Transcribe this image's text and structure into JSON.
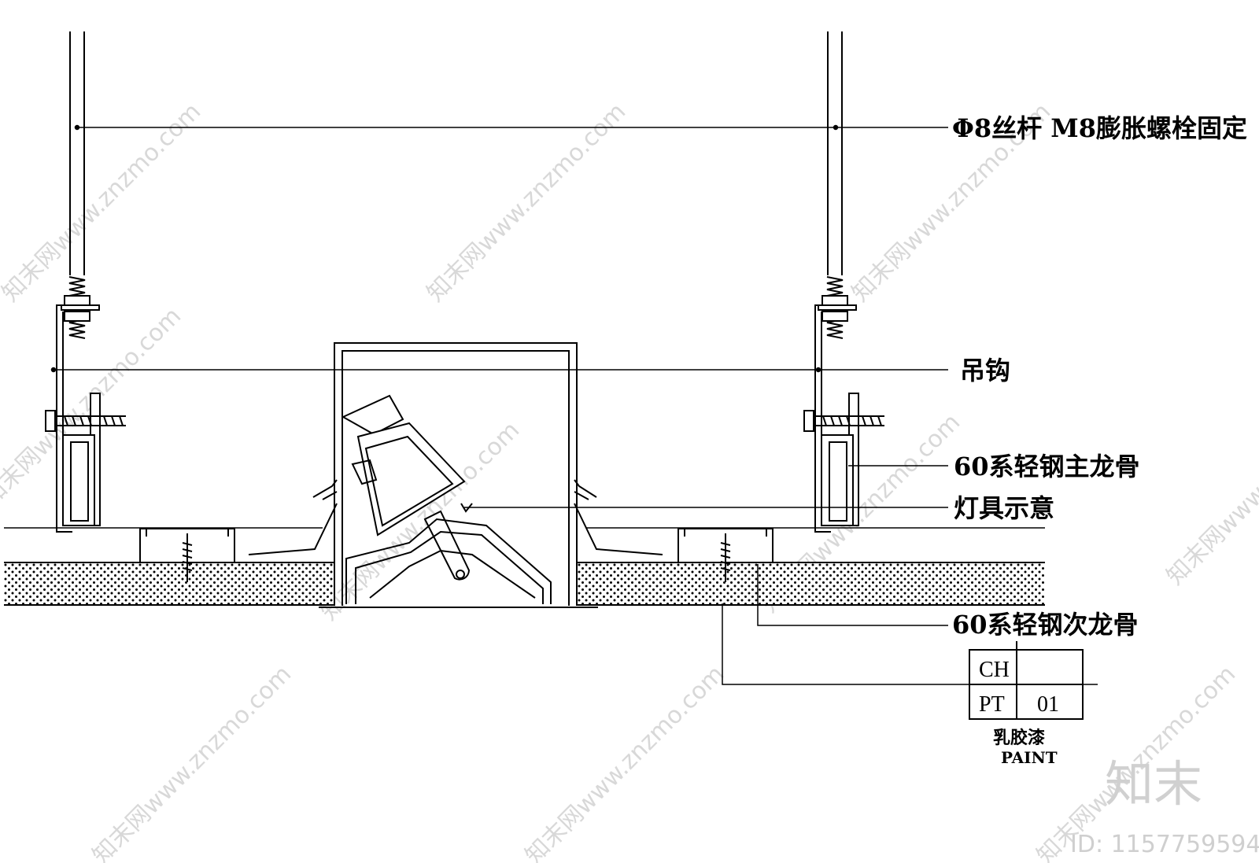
{
  "labels": {
    "rod": "Φ8丝杆 M8膨胀螺栓固定",
    "hanger": "吊钩",
    "main_keel": "60系轻钢主龙骨",
    "fixture": "灯具示意",
    "sub_keel": "60系轻钢次龙骨"
  },
  "finish_table": {
    "row1_code": "CH",
    "row2_code": "PT",
    "row2_num": "01",
    "material_cn": "乳胶漆",
    "material_en": "PAINT"
  },
  "watermark": {
    "text": "知末网www.znzmo.com",
    "logo": "知末",
    "id": "ID: 1157759594"
  }
}
